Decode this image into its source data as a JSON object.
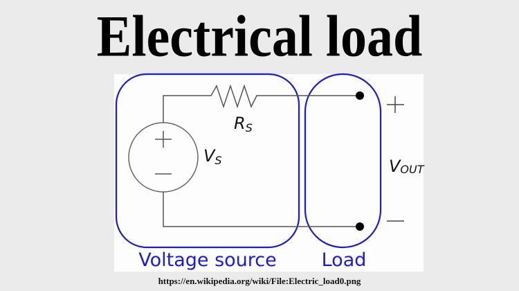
{
  "title": "Electrical load",
  "diagram": {
    "components": {
      "voltage_source": {
        "label_main": "V",
        "label_sub": "S",
        "plus_sign": "+",
        "minus_sign": "−"
      },
      "resistor": {
        "label_main": "R",
        "label_sub": "S"
      },
      "output": {
        "label_main": "V",
        "label_sub": "OUT",
        "plus_sign": "+",
        "minus_sign": "—"
      }
    },
    "groups": [
      {
        "name": "voltage-source",
        "label": "Voltage source"
      },
      {
        "name": "load",
        "label": "Load"
      }
    ],
    "colors": {
      "group_outline": "#1a1ae0",
      "wire": "#555555",
      "terminal": "#000000"
    }
  },
  "caption": "https://en.wikipedia.org/wiki/File:Electric_load0.png"
}
